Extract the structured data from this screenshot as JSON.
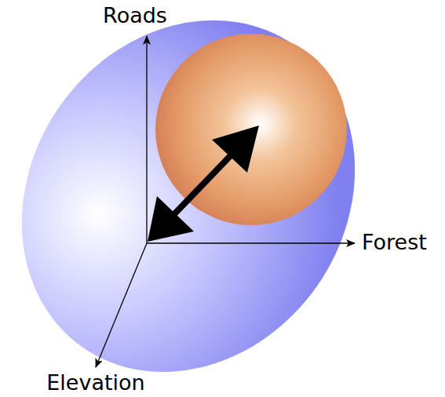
{
  "diagram": {
    "labels": [
      "Roads",
      "Forest",
      "Elevation"
    ]
  }
}
